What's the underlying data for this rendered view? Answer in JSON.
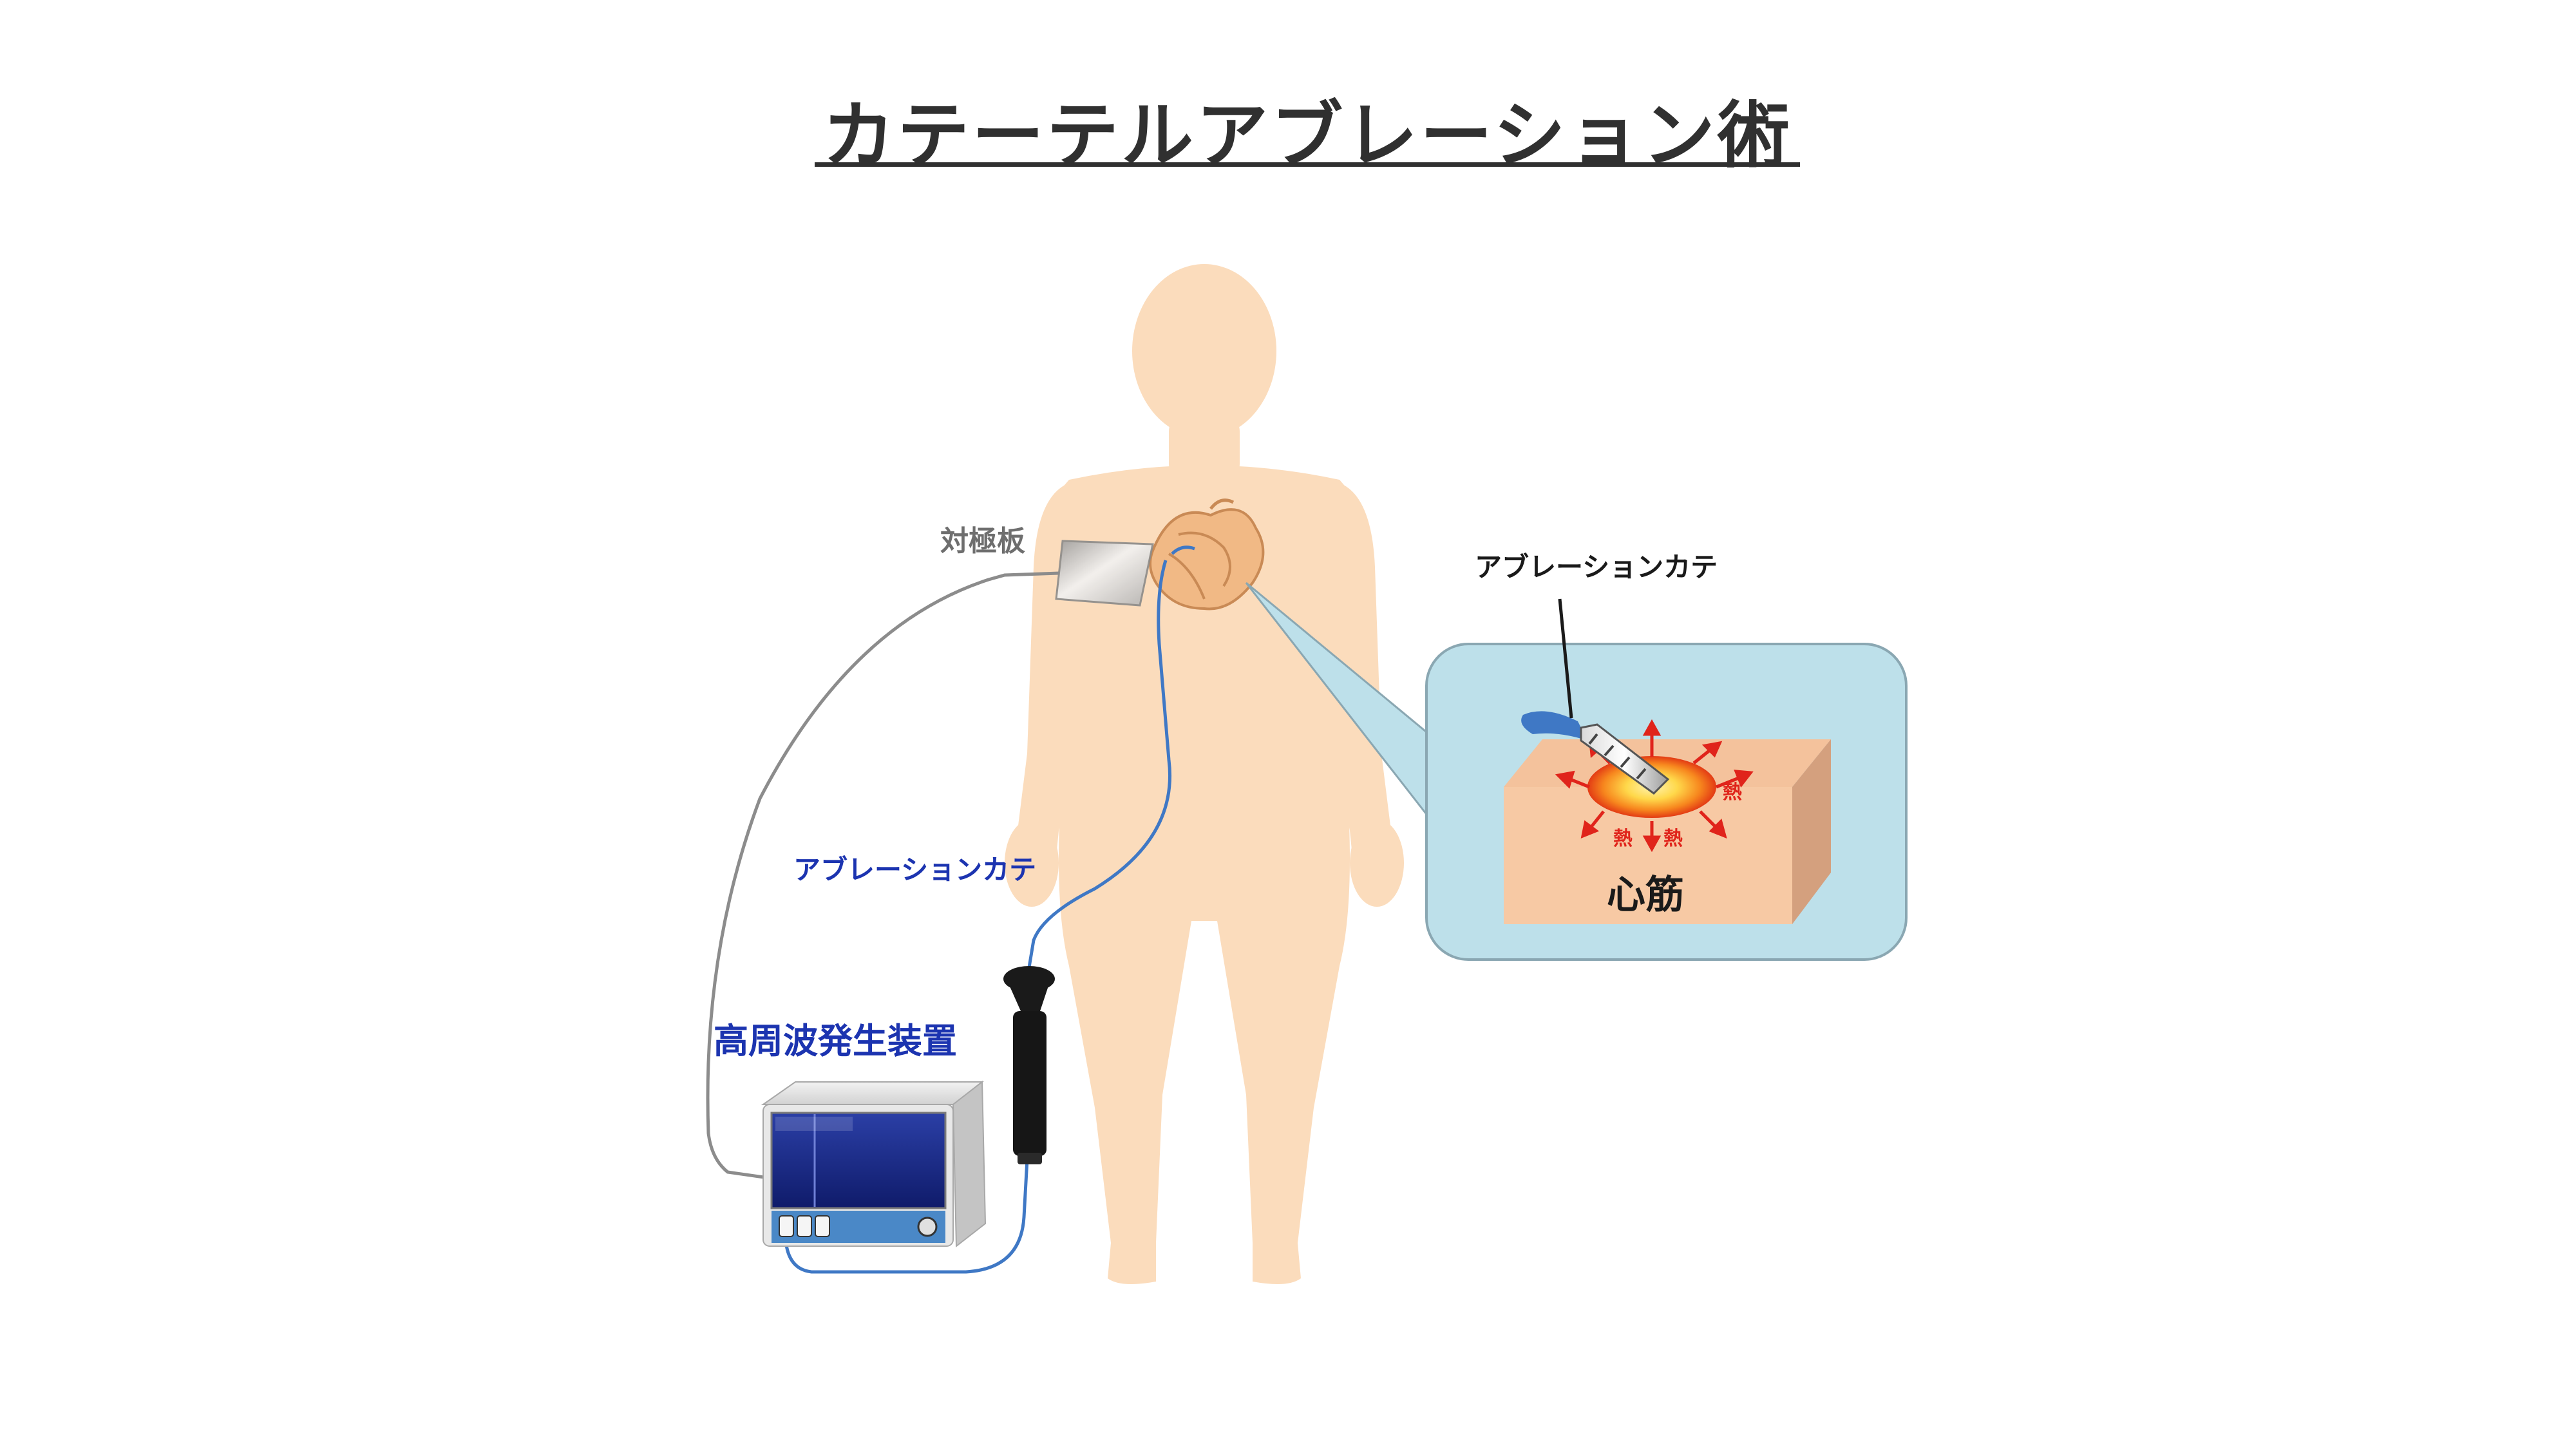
{
  "title": "カテーテルアブレーション術",
  "labels": {
    "counter_electrode": "対極板",
    "catheter_left": "アブレーションカテ",
    "generator": "高周波発生装置",
    "catheter_inset": "アブレーションカテ",
    "myocardium": "心筋",
    "heat": "熱"
  },
  "colors": {
    "title": "#303030",
    "body_skin": "#fbdcbc",
    "heart": "#f1b985",
    "callout_bg": "#bde0ea",
    "callout_border": "#8aa7b2",
    "tissue_front": "#f7c9a4",
    "tissue_side": "#d4a07e",
    "burn_outer": "#e33b14",
    "burn_inner": "#ffd84a",
    "catheter": "#3f78c5",
    "label_blue": "#1c34b0",
    "heat_red": "#e0241b",
    "gray_label": "#6e6e6e"
  }
}
